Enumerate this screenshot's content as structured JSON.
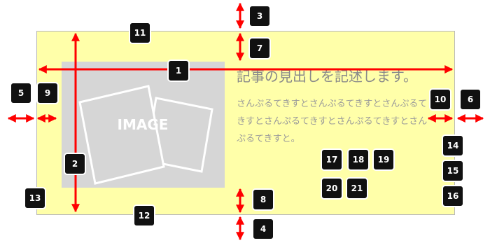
{
  "card": {
    "image_label": "IMAGE",
    "heading": "記事の見出しを記述します。",
    "body": "さんぷるてきすとさんぷるてきすとさんぷるてきすとさんぷるてきすとさんぷるてきすとさんぷるてきすと。"
  },
  "callouts": [
    "1",
    "2",
    "3",
    "4",
    "5",
    "6",
    "7",
    "8",
    "9",
    "10",
    "11",
    "12",
    "13",
    "14",
    "15",
    "16",
    "17",
    "18",
    "19",
    "20",
    "21"
  ],
  "colors": {
    "panel_bg": "#ffffa9",
    "arrow": "#ff0000",
    "badge_bg": "#111111",
    "image_bg": "#d6d6d6"
  }
}
